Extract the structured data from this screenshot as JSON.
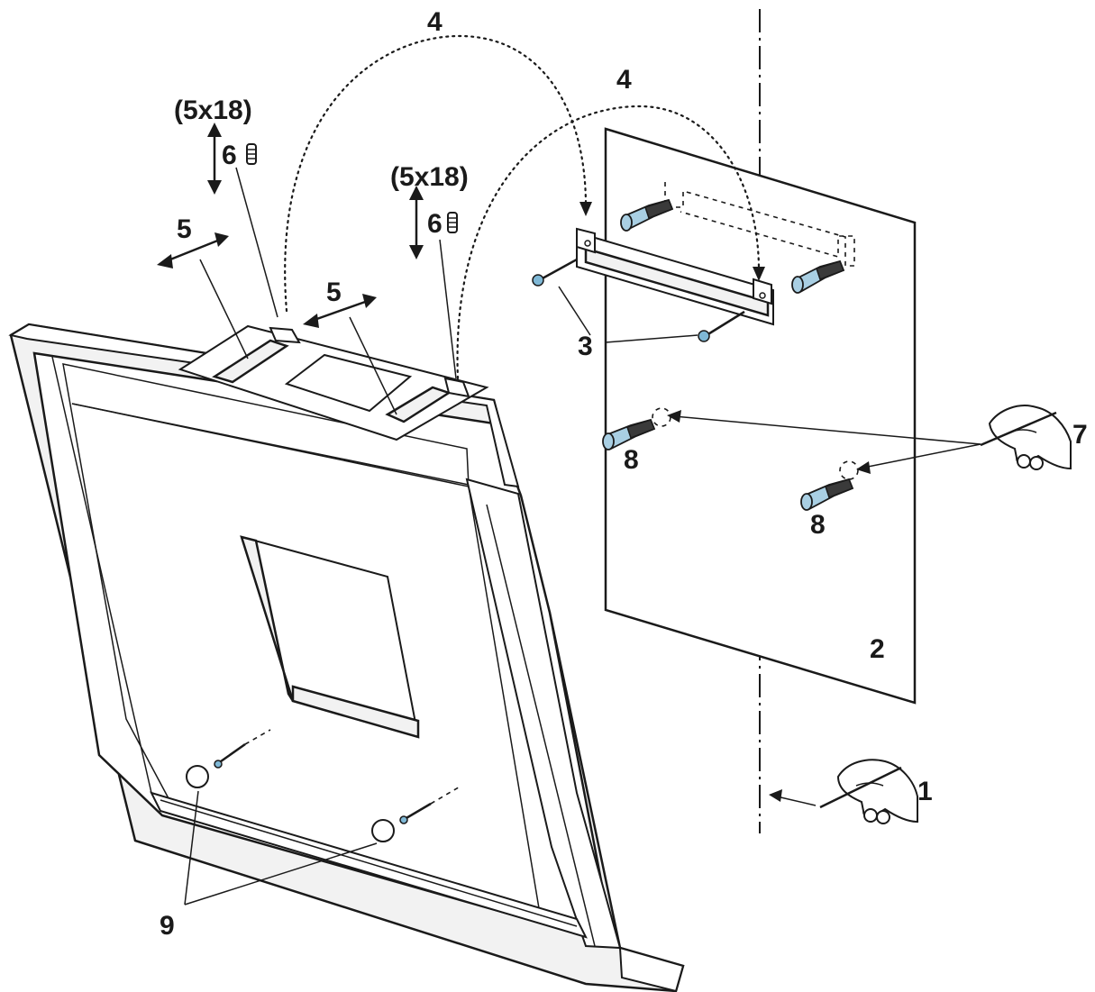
{
  "callouts": {
    "marking_line": "1",
    "wall": "2",
    "bracket_screws": "3",
    "hang_arc_left": "4",
    "hang_arc_right": "4",
    "adjust_left": "5",
    "adjust_right": "5",
    "screw_left": "6",
    "screw_right": "6",
    "screw_size_left": "(5x18)",
    "screw_size_right": "(5x18)",
    "marking_points": "7",
    "plug_left": "8",
    "plug_right": "8",
    "caps": "9"
  }
}
